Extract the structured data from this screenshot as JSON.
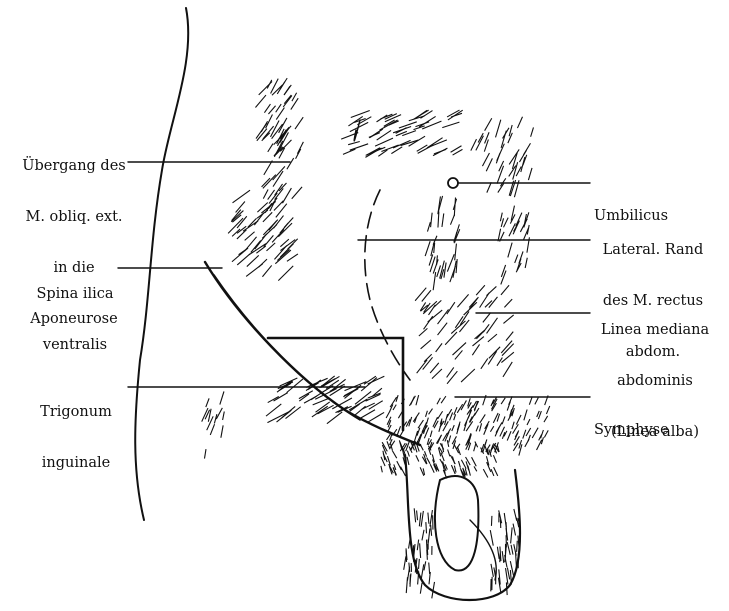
{
  "labels": {
    "uebergang": [
      "Übergang des",
      "M. obliq. ext.",
      "in die",
      "Aponeurose"
    ],
    "spina": [
      "Spina ilica",
      "ventralis"
    ],
    "trigonum": [
      "Trigonum",
      "inguinale"
    ],
    "umbilicus": [
      "Umbilicus"
    ],
    "lateral": [
      "Lateral. Rand",
      "des M. rectus",
      "abdom."
    ],
    "linea": [
      "Linea mediana",
      "abdominis",
      "(Linea alba)"
    ],
    "symphyse": [
      "Symphyse"
    ]
  },
  "colors": {
    "ink": "#111111",
    "paper": "#ffffff"
  }
}
